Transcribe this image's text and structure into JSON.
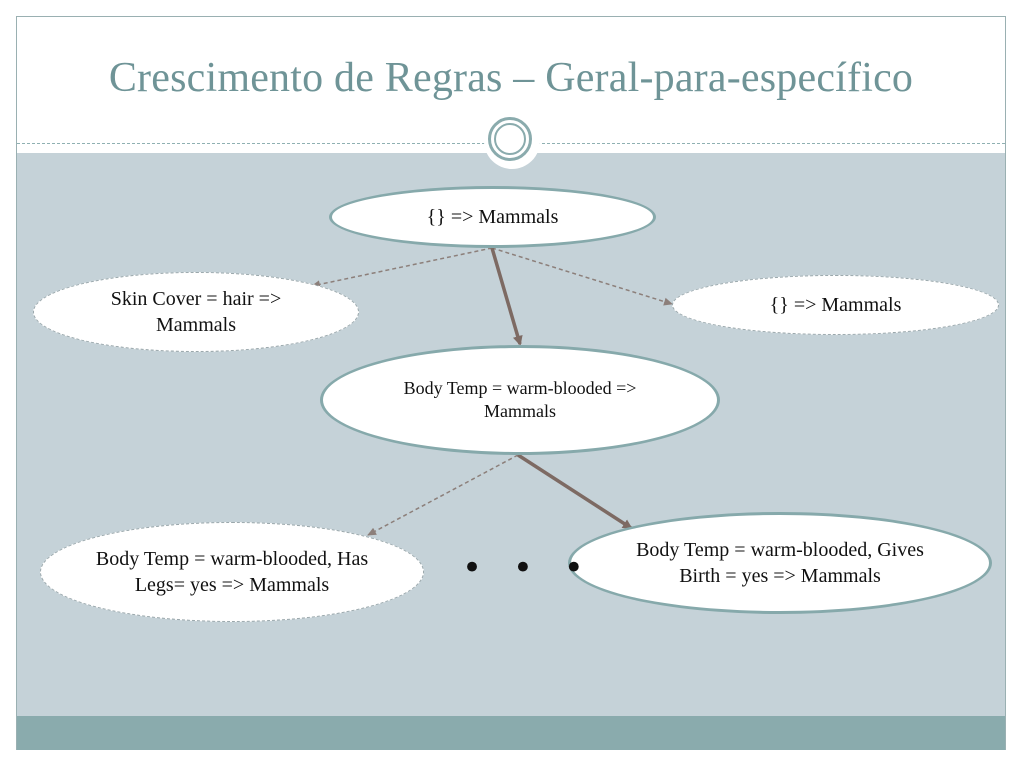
{
  "slide": {
    "title": "Crescimento de Regras – Geral-para-específico"
  },
  "diagram": {
    "nodes": [
      {
        "id": "root",
        "label": "{} => Mammals",
        "style": "solid"
      },
      {
        "id": "skin",
        "label": "Skin Cover = hair => Mammals",
        "style": "dashed"
      },
      {
        "id": "empty",
        "label": "{} => Mammals",
        "style": "dashed"
      },
      {
        "id": "body",
        "label": "Body Temp = warm-blooded => Mammals",
        "style": "solid"
      },
      {
        "id": "legs",
        "label": "Body Temp = warm-blooded, Has Legs= yes => Mammals",
        "style": "dashed"
      },
      {
        "id": "birth",
        "label": "Body Temp = warm-blooded, Gives Birth = yes => Mammals",
        "style": "solid"
      }
    ],
    "edges": [
      {
        "from": "root",
        "to": "skin",
        "style": "dashed"
      },
      {
        "from": "root",
        "to": "empty",
        "style": "dashed"
      },
      {
        "from": "root",
        "to": "body",
        "style": "solid"
      },
      {
        "from": "body",
        "to": "legs",
        "style": "dashed"
      },
      {
        "from": "body",
        "to": "birth",
        "style": "solid"
      }
    ],
    "ellipsis": "• • •"
  },
  "colors": {
    "title": "#6f9497",
    "panel": "#c5d2d8",
    "accent": "#8aabad",
    "solid_edge": "#7d6a63",
    "dashed_edge": "#8c7f7a"
  }
}
